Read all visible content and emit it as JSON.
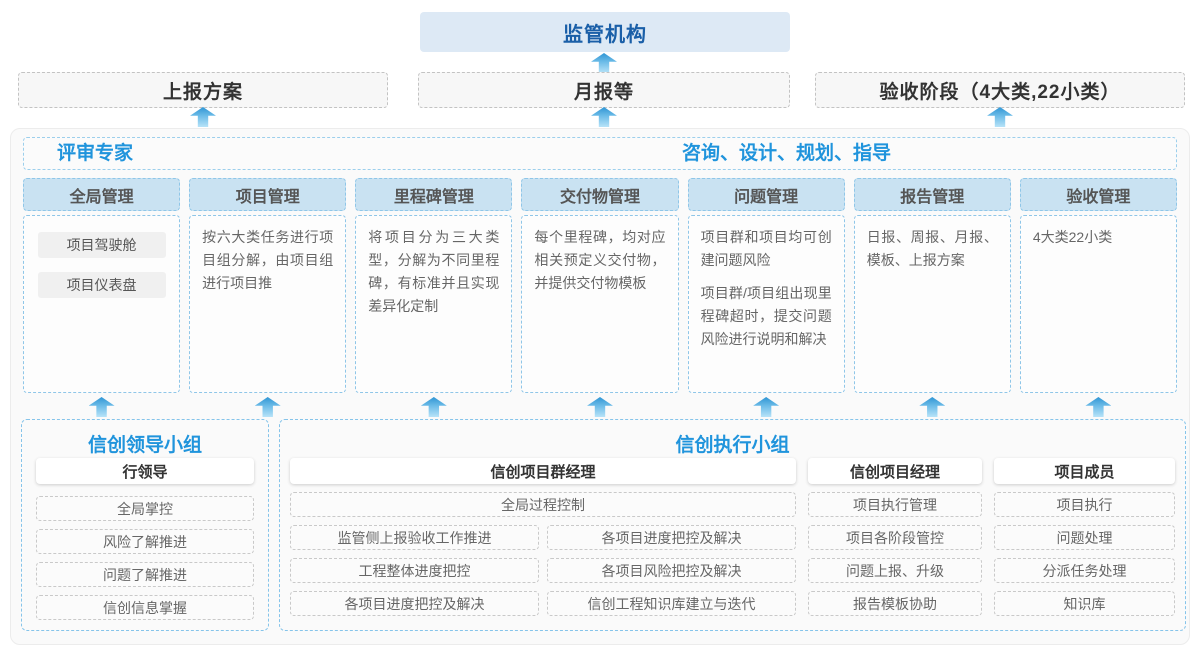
{
  "colors": {
    "title_blue": "#1a5fa8",
    "section_blue": "#2094dc",
    "column_header_bg": "#c9e2f2",
    "arrow_blue": "#2f95d4",
    "dashed_blue_border": "#8fc6e8"
  },
  "regulator": {
    "label": "监管机构"
  },
  "report_boxes": [
    {
      "label": "上报方案"
    },
    {
      "label": "月报等"
    },
    {
      "label": "验收阶段（4大类,22小类）"
    }
  ],
  "platform": {
    "left_title": "评审专家",
    "right_title": "咨询、设计、规划、指导",
    "columns": [
      {
        "title": "全局管理",
        "items": [
          "项目驾驶舱",
          "项目仪表盘"
        ]
      },
      {
        "title": "项目管理",
        "paragraphs": [
          "按六大类任务进行项目组分解，由项目组进行项目推"
        ]
      },
      {
        "title": "里程碑管理",
        "paragraphs": [
          "将项目分为三大类型，分解为不同里程碑，有标准并且实现差异化定制"
        ]
      },
      {
        "title": "交付物管理",
        "paragraphs": [
          "每个里程碑，均对应相关预定义交付物，并提供交付物模板"
        ]
      },
      {
        "title": "问题管理",
        "paragraphs": [
          "项目群和项目均可创建问题风险",
          "项目群/项目组出现里程碑超时，提交问题风险进行说明和解决"
        ]
      },
      {
        "title": "报告管理",
        "paragraphs": [
          "日报、周报、月报、模板、上报方案"
        ]
      },
      {
        "title": "验收管理",
        "paragraphs": [
          "4大类22小类"
        ]
      }
    ]
  },
  "bottom": {
    "leader_group": {
      "title": "信创领导小组",
      "role": "行领导",
      "items": [
        "全局掌控",
        "风险了解推进",
        "问题了解推进",
        "信创信息掌握"
      ]
    },
    "exec_group": {
      "title": "信创执行小组",
      "program_manager": {
        "role": "信创项目群经理",
        "full_item": "全局过程控制",
        "left_items": [
          "监管侧上报验收工作推进",
          "工程整体进度把控",
          "各项目进度把控及解决"
        ],
        "right_items": [
          "各项目进度把控及解决",
          "各项目风险把控及解决",
          "信创工程知识库建立与迭代"
        ]
      },
      "project_manager": {
        "role": "信创项目经理",
        "items": [
          "项目执行管理",
          "项目各阶段管控",
          "问题上报、升级",
          "报告模板协助"
        ]
      },
      "member": {
        "role": "项目成员",
        "items": [
          "项目执行",
          "问题处理",
          "分派任务处理",
          "知识库"
        ]
      }
    }
  }
}
